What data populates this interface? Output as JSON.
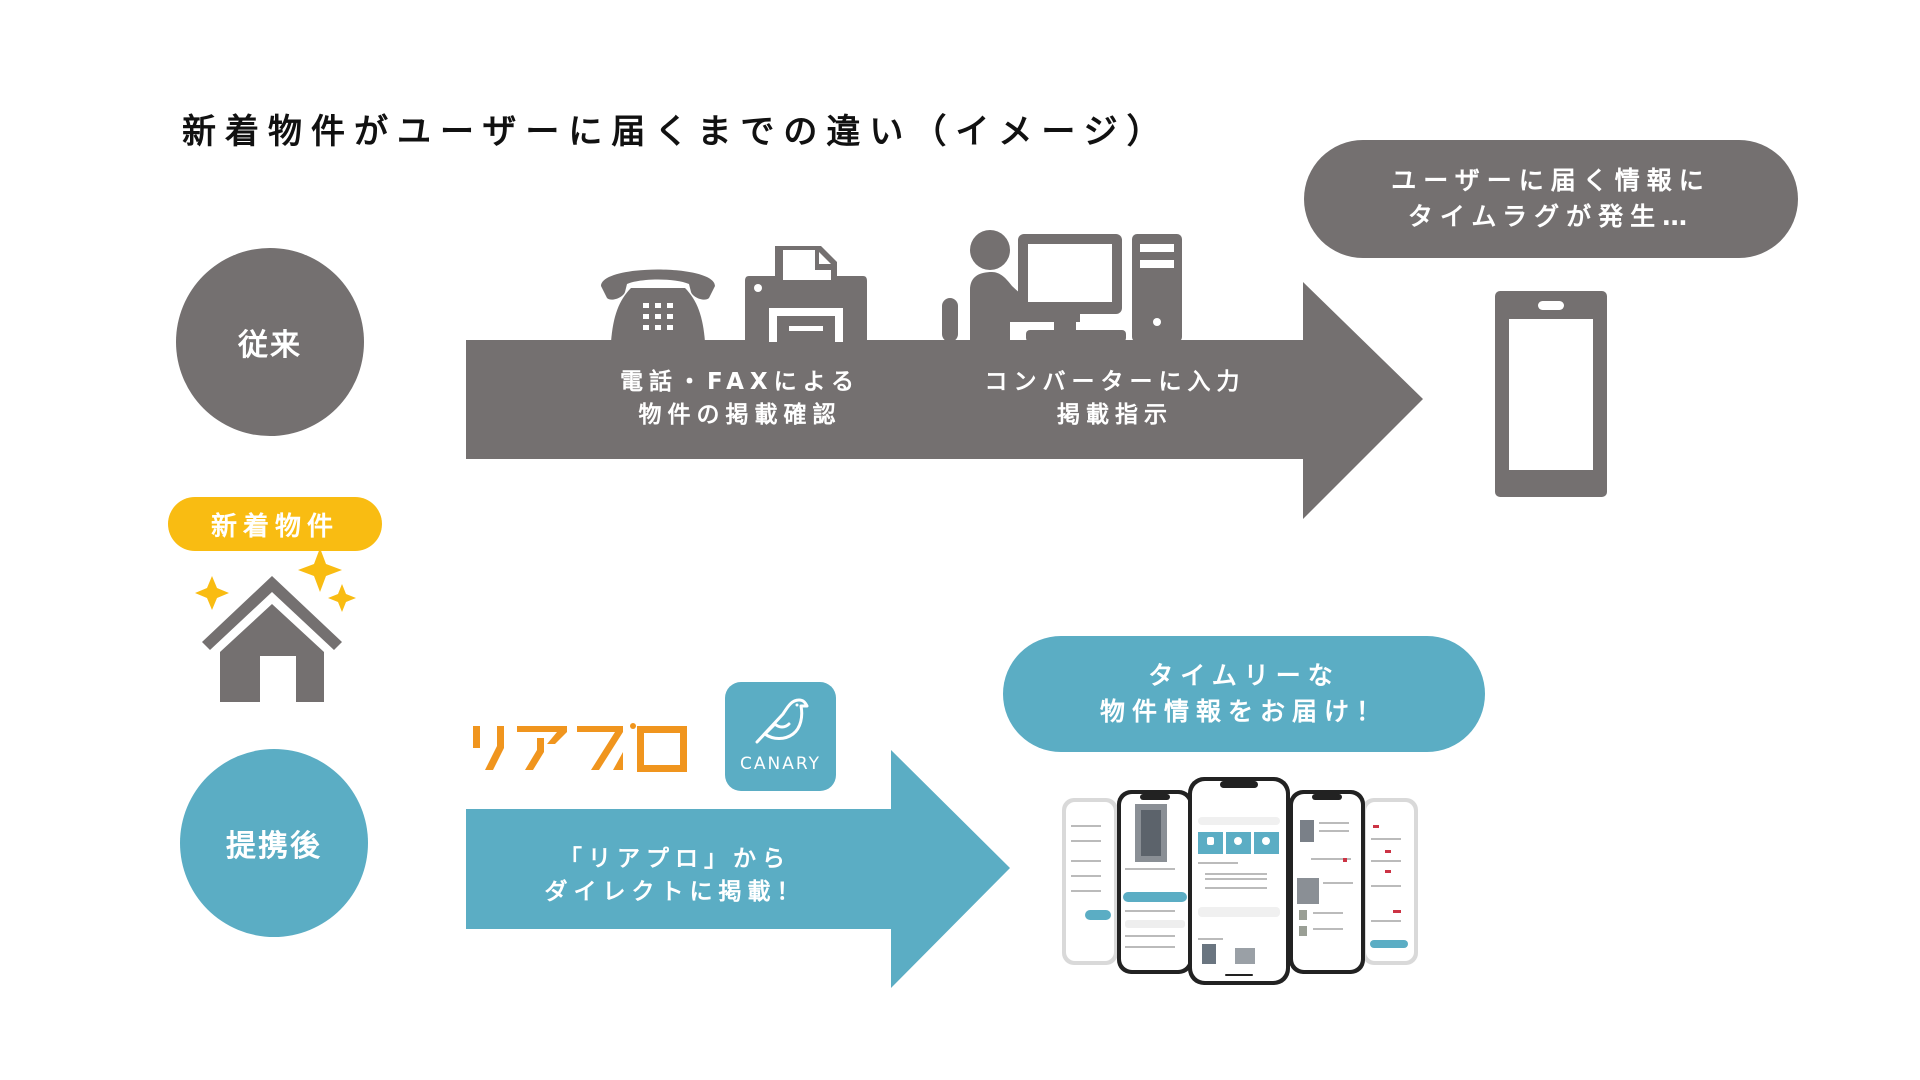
{
  "title": "新着物件がユーザーに届くまでの違い（イメージ）",
  "colors": {
    "gray": "#747070",
    "blue": "#5BADC4",
    "yellow": "#F9BC12",
    "orange": "#F0951E"
  },
  "before": {
    "label": "従来",
    "step1": {
      "line1": "電話・FAXによる",
      "line2": "物件の掲載確認",
      "icons": [
        "telephone-icon",
        "fax-icon"
      ]
    },
    "step2": {
      "line1": "コンバーターに入力",
      "line2": "掲載指示",
      "icons": [
        "person-at-computer-icon"
      ]
    },
    "result_callout": {
      "line1": "ユーザーに届く情報に",
      "line2": "タイムラグが発生…"
    },
    "result_icon": "smartphone-icon"
  },
  "new_property": {
    "badge": "新着物件",
    "icon": "house-with-sparkles-icon"
  },
  "after": {
    "label": "提携後",
    "logos": {
      "reapro": "リアプロ",
      "canary": "CANARY"
    },
    "step": {
      "line1": "「リアプロ」から",
      "line2": "ダイレクトに掲載！"
    },
    "result_callout": {
      "line1": "タイムリーな",
      "line2": "物件情報をお届け！"
    },
    "result_image": "canary-app-screens"
  }
}
